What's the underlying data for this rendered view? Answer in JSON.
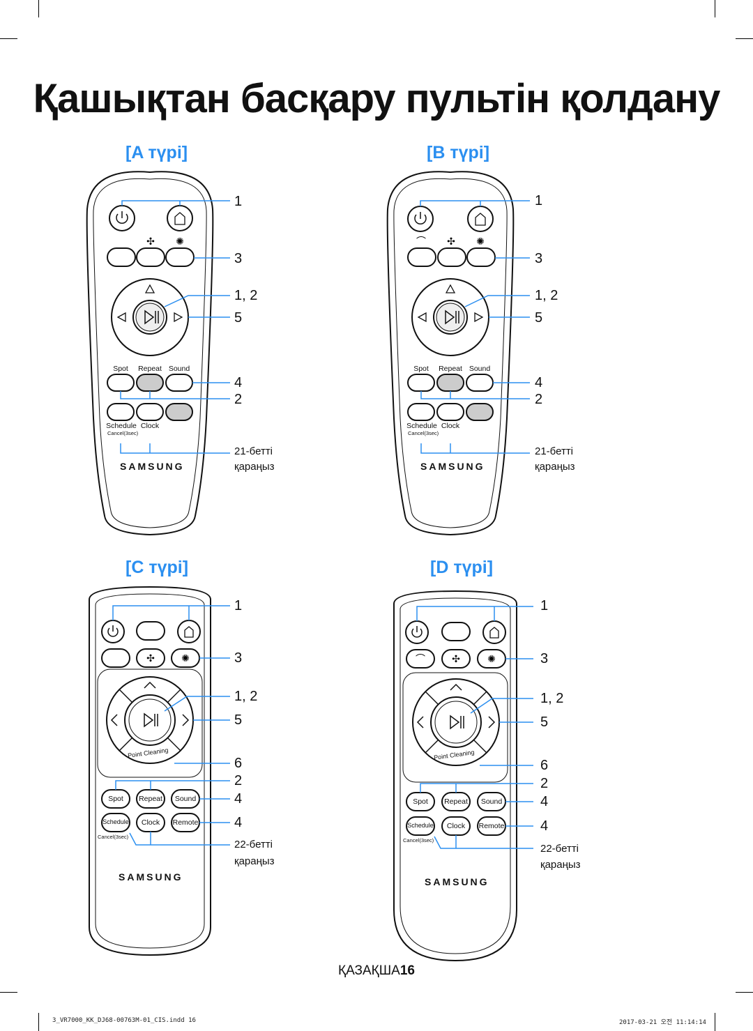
{
  "page_title": "Қашықтан басқару пультін қолдану",
  "sections": {
    "a": "[A түрі]",
    "b": "[B түрі]",
    "c": "[C түрі]",
    "d": "[D түрі]"
  },
  "callouts": {
    "one": "1",
    "three": "3",
    "one_two": "1, 2",
    "five": "5",
    "four": "4",
    "two": "2",
    "six": "6"
  },
  "refs": {
    "page21": "21-бетті",
    "page22": "22-бетті",
    "look": "қараңыз"
  },
  "buttons": {
    "spot": "Spot",
    "repeat": "Repeat",
    "sound": "Sound",
    "schedule": "Schedule",
    "clock": "Clock",
    "remote": "Remote",
    "cancel": "Cancel(3sec)",
    "point_cleaning": "Point Cleaning"
  },
  "brand": "SAMSUNG",
  "footer": {
    "language": "ҚАЗАҚША",
    "page_number": "16",
    "file": "3_VR7000_KK_DJ68-00763M-01_CIS.indd   16",
    "timestamp": "2017-03-21   오전 11:14:14"
  },
  "accent_color": "#2b8ff0"
}
